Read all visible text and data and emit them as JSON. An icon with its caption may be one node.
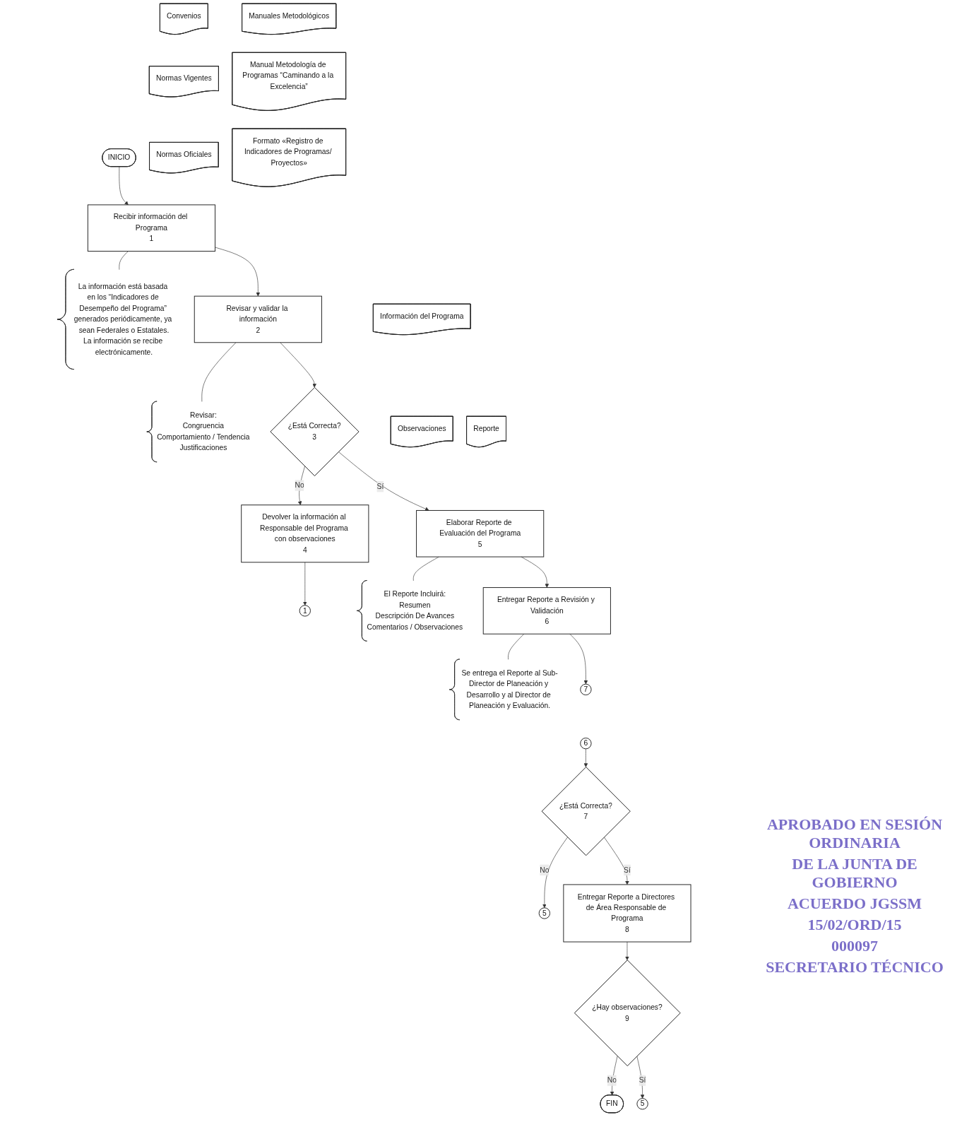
{
  "diagram": {
    "nodes": [
      {
        "text": [
          "INICIO"
        ]
      },
      {
        "text": [
          "Convenios"
        ]
      },
      {
        "text": [
          "Normas Vigentes"
        ]
      },
      {
        "text": [
          "Normas Oficiales"
        ]
      },
      {
        "text": [
          "Manuales Metodológicos"
        ]
      },
      {
        "text": [
          "Manual Metodología de Programas “Caminando a la Excelencia”"
        ]
      },
      {
        "text": [
          "Formato «Registro de Indicadores de Programas/ Proyectos»"
        ]
      },
      {
        "text": [
          "Recibir información del Programa",
          "1"
        ]
      },
      {
        "text": [
          "La información está basada en los “Indicadores de Desempeño del Programa” generados periódicamente, ya sean Federales o Estatales.",
          "La información se recibe electrónicamente."
        ]
      },
      {
        "text": [
          "Revisar y validar la información",
          "2"
        ]
      },
      {
        "text": [
          "Revisar:",
          "Congruencia",
          "Comportamiento / Tendencia",
          "Justificaciones"
        ]
      },
      {
        "text": [
          "¿Está Correcta?",
          "3"
        ]
      },
      {
        "text": [
          "Información del Programa"
        ]
      },
      {
        "text": [
          "Observaciones"
        ]
      },
      {
        "text": [
          "Devolver la información al Responsable del Programa con observaciones",
          "4"
        ]
      },
      {
        "text": [
          "1"
        ]
      },
      {
        "text": [
          "Reporte"
        ]
      },
      {
        "text": [
          "Elaborar Reporte de Evaluación del Programa",
          "5"
        ]
      },
      {
        "text": [
          "El Reporte Incluirá:",
          "Resumen",
          "Descripción De Avances",
          "Comentarios / Observaciones"
        ]
      },
      {
        "text": [
          "Entregar Reporte a Revisión y Validación",
          "6"
        ]
      },
      {
        "text": [
          "Se entrega el Reporte al Sub-Director de Planeación y Desarrollo y al Director de Planeación y Evaluación."
        ]
      },
      {
        "text": [
          "7"
        ]
      },
      {
        "text": [
          "6"
        ]
      },
      {
        "text": [
          "¿Está Correcta?",
          "7"
        ]
      },
      {
        "text": [
          "5"
        ]
      },
      {
        "text": [
          "Entregar Reporte a Directores de Área Responsable de Programa",
          "8"
        ]
      },
      {
        "text": [
          "¿Hay observaciones?",
          "9"
        ]
      },
      {
        "text": [
          "FIN"
        ]
      },
      {
        "text": [
          "5"
        ]
      }
    ],
    "edges": [
      {
        "from": 0,
        "to": 7,
        "arrow": "to"
      },
      {
        "from": 7,
        "to": 8,
        "arrow": "none"
      },
      {
        "from": 7,
        "to": 9,
        "arrow": "to"
      },
      {
        "from": 9,
        "to": 10,
        "arrow": "none"
      },
      {
        "from": 9,
        "to": 11,
        "arrow": "to"
      },
      {
        "from": 11,
        "to": 14,
        "arrow": "to",
        "label": "No"
      },
      {
        "from": 11,
        "to": 17,
        "arrow": "to",
        "label": "Sí"
      },
      {
        "from": 14,
        "to": 15,
        "arrow": "to"
      },
      {
        "from": 17,
        "to": 18,
        "arrow": "none"
      },
      {
        "from": 17,
        "to": 19,
        "arrow": "to"
      },
      {
        "from": 19,
        "to": 20,
        "arrow": "none"
      },
      {
        "from": 19,
        "to": 21,
        "arrow": "to"
      },
      {
        "from": 22,
        "to": 23,
        "arrow": "to"
      },
      {
        "from": 23,
        "to": 24,
        "arrow": "to",
        "label": "No"
      },
      {
        "from": 23,
        "to": 25,
        "arrow": "to",
        "label": "Sí"
      },
      {
        "from": 25,
        "to": 26,
        "arrow": "to"
      },
      {
        "from": 26,
        "to": 27,
        "arrow": "to",
        "label": "No"
      },
      {
        "from": 26,
        "to": 28,
        "arrow": "to",
        "label": "Sí"
      }
    ],
    "labels": [
      "APROBADO EN SESIÓN ORDINARIA",
      "DE LA JUNTA DE GOBIERNO",
      "ACUERDO JGSSM",
      "15/02/ORD/15",
      "000097",
      "SECRETARIO TÉCNICO"
    ]
  }
}
